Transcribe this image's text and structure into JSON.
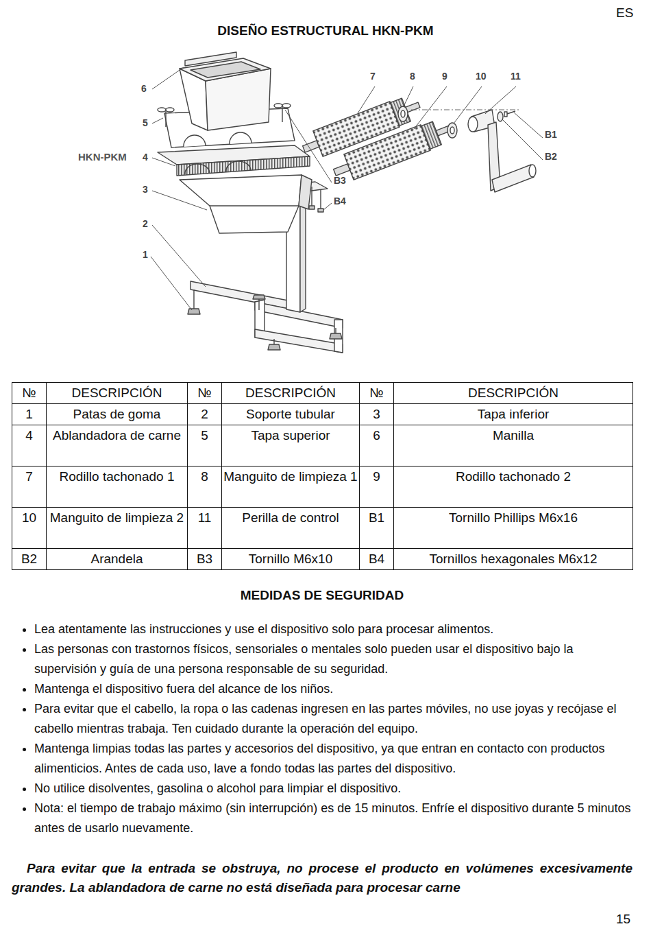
{
  "diagram": {
    "title": "DISEÑO ESTRUCTURAL HKN-PKM",
    "labels": [
      "ES",
      "6",
      "5",
      "HKN-PKM",
      "4",
      "3",
      "2",
      "1",
      "7",
      "8",
      "9",
      "10",
      "11",
      "B1",
      "B2",
      "B3",
      "B4",
      "№",
      "DESCRIPCIÓN",
      "№",
      "DESCRIPCIÓN",
      "№",
      "DESCRIPCIÓN",
      "1",
      "Patas de goma",
      "2",
      "Soporte tubular",
      "3",
      "Tapa inferior",
      "4",
      "Ablandadora de carne",
      "5",
      "Tapa superior",
      "6",
      "Manilla",
      "7",
      "Rodillo tachonado 1",
      "8",
      "Manguito de limpieza 1",
      "9",
      "Rodillo tachonado 2",
      "10",
      "Manguito de limpieza 2",
      "11",
      "Perilla de control",
      "B1",
      "Tornillo Phillips M6x16",
      "B2",
      "Arandela",
      "B3",
      "Tornillo M6x10",
      "B4",
      "Tornillos hexagonales M6x12",
      "MEDIDAS DE SEGURIDAD",
      "Lea atentamente las instrucciones y use el dispositivo solo para procesar alimentos.",
      "Las personas con trastornos físicos, sensoriales o mentales solo pueden usar el dispositivo bajo la supervisión y guía de una persona responsable de su seguridad.",
      "Mantenga el dispositivo fuera del alcance de los niños.",
      "Para evitar que el cabello, la ropa o las cadenas ingresen en las partes móviles, no use joyas y recójase el cabello mientras trabaja. Ten cuidado durante la operación del equipo.",
      "Mantenga limpias todas las partes y accesorios del dispositivo, ya que entran en contacto con productos alimenticios. Antes de cada uso, lave a fondo todas las partes del dispositivo.",
      "No utilice disolventes, gasolina o alcohol para limpiar el dispositivo.",
      "Nota: el tiempo de trabajo máximo (sin interrupción) es de 15 minutos. Enfríe el dispositivo durante 5 minutos antes de usarlo nuevamente.",
      "Para evitar que la entrada se obstruya, no procese el producto en volúmenes excesivamente grandes. La ablandadora de carne no está diseñada para procesar carne",
      "15"
    ]
  }
}
